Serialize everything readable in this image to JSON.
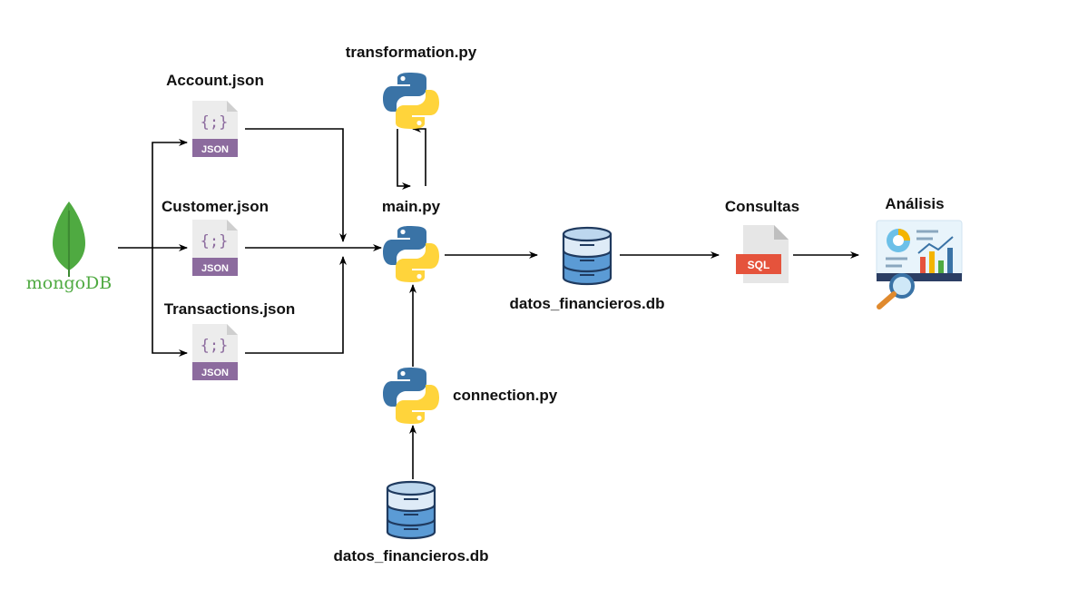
{
  "nodes": {
    "mongodb": {
      "label": "mongoDB",
      "color": "#4faa41"
    },
    "account": {
      "label": "Account.json",
      "tag": "JSON",
      "glyph": "{;}"
    },
    "customer": {
      "label": "Customer.json",
      "tag": "JSON",
      "glyph": "{;}"
    },
    "transactions": {
      "label": "Transactions.json",
      "tag": "JSON",
      "glyph": "{;}"
    },
    "transformation": {
      "label": "transformation.py"
    },
    "main": {
      "label": "main.py"
    },
    "connection": {
      "label": "connection.py"
    },
    "db_output": {
      "label": "datos_financieros.db"
    },
    "db_source": {
      "label": "datos_financieros.db"
    },
    "consultas": {
      "label": "Consultas",
      "tag": "SQL"
    },
    "analisis": {
      "label": "Análisis"
    }
  },
  "colors": {
    "python_blue": "#3a73a6",
    "python_yellow": "#ffd43b",
    "json_purple": "#8c6b9e",
    "sql_red": "#e5533c",
    "db_blue": "#5b9bd5",
    "db_light": "#deebf7"
  },
  "icons": {
    "mongodb": "mongodb-leaf-icon",
    "json": "json-file-icon",
    "python": "python-logo-icon",
    "database": "database-icon",
    "sql": "sql-file-icon",
    "analysis": "analytics-dashboard-icon"
  }
}
